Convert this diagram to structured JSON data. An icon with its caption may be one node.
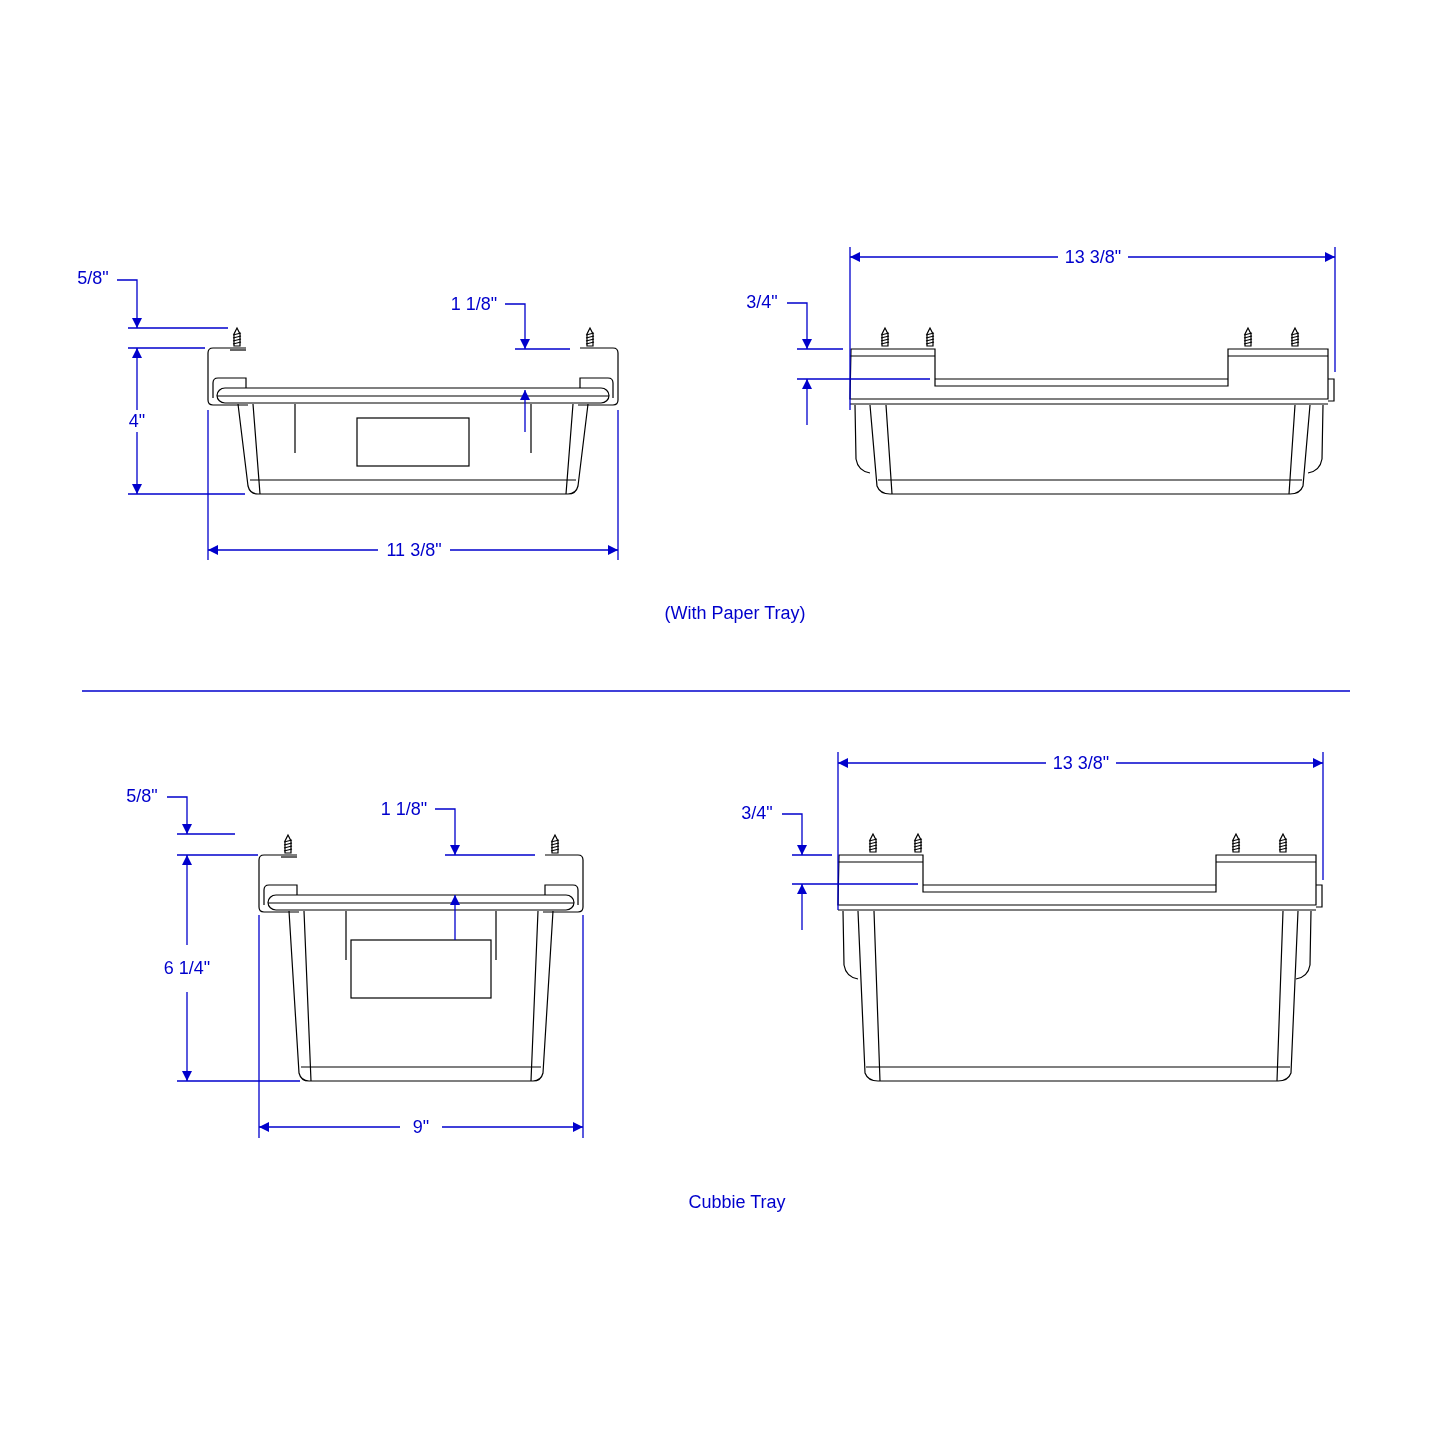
{
  "diagram": {
    "labels": [
      "13 3/8\"",
      "5/8\"",
      "3/4\"",
      "1 1/8\"",
      "4\"",
      "11 3/8\"",
      "(With Paper Tray)",
      "13 3/8\"",
      "5/8\"",
      "3/4\"",
      "1 1/8\"",
      "6 1/4\"",
      "9\"",
      "Cubbie Tray"
    ]
  }
}
